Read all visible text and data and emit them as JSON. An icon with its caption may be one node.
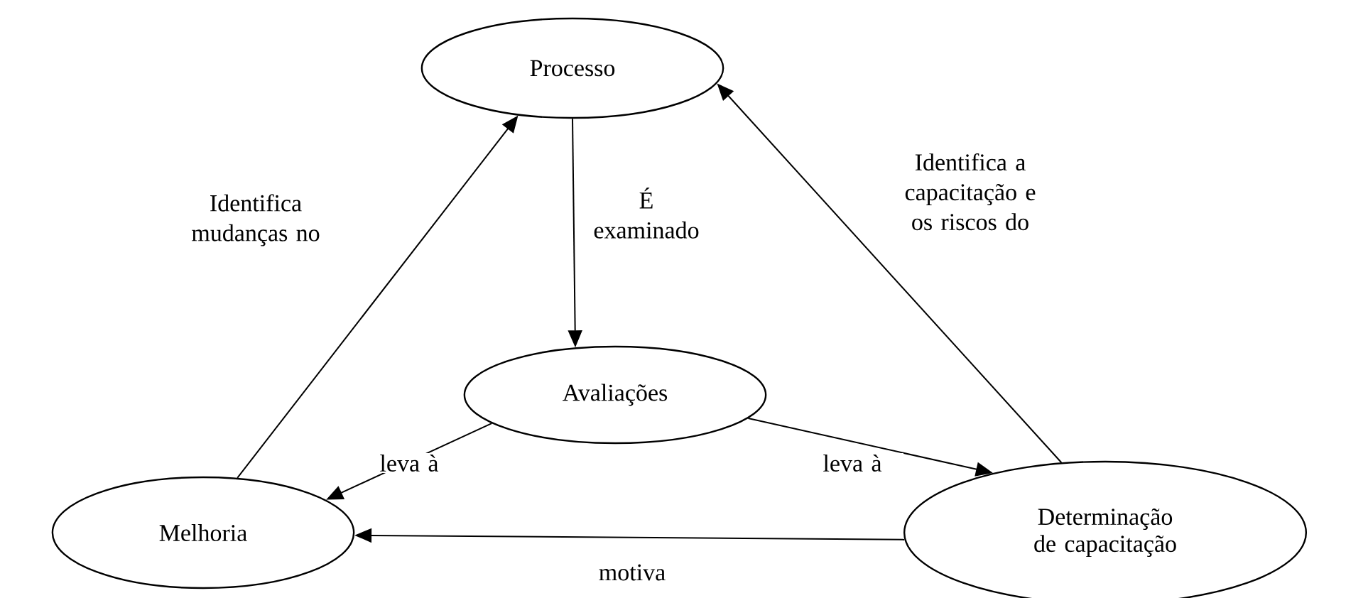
{
  "diagram": {
    "nodes": [
      {
        "text": [
          "Processo"
        ]
      },
      {
        "text": [
          "Avaliações"
        ]
      },
      {
        "text": [
          "Melhoria"
        ]
      },
      {
        "text": [
          "Determinação de capacitação"
        ]
      }
    ],
    "edges": [
      {
        "from": 0,
        "to": 1,
        "arrow": "to",
        "label": "É examinado"
      },
      {
        "from": 2,
        "to": 0,
        "arrow": "to",
        "label": "Identifica mudanças no"
      },
      {
        "from": 3,
        "to": 0,
        "arrow": "to",
        "label": "Identifica a capacitação e os riscos do"
      },
      {
        "from": 1,
        "to": 2,
        "arrow": "to",
        "label": "leva à"
      },
      {
        "from": 1,
        "to": 3,
        "arrow": "to",
        "label": "leva à"
      },
      {
        "from": 3,
        "to": 2,
        "arrow": "to",
        "label": "motiva"
      }
    ]
  }
}
